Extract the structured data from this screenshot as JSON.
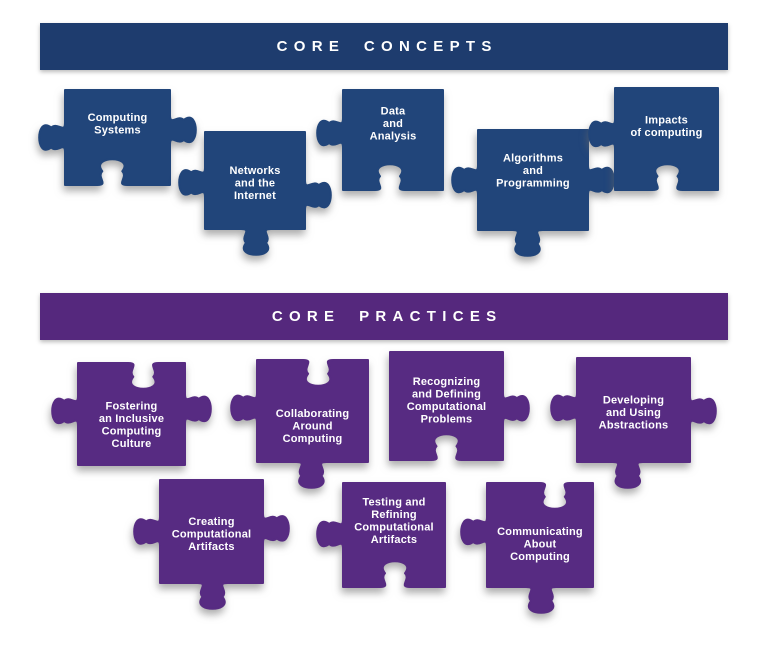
{
  "background_color": "#ffffff",
  "text_color": "#ffffff",
  "sections": [
    {
      "id": "concepts",
      "title": "CORE CONCEPTS",
      "banner_color": "#1E3C6E",
      "piece_color": "#21457A",
      "pieces": [
        {
          "label": "Computing Systems",
          "lines": [
            "Computing",
            "Systems"
          ]
        },
        {
          "label": "Networks and the Internet",
          "lines": [
            "Networks",
            "and the",
            "Internet"
          ]
        },
        {
          "label": "Data and Analysis",
          "lines": [
            "Data",
            "and",
            "Analysis"
          ]
        },
        {
          "label": "Algorithms and Programming",
          "lines": [
            "Algorithms",
            "and",
            "Programming"
          ]
        },
        {
          "label": "Impacts of computing",
          "lines": [
            "Impacts",
            "of computing"
          ]
        }
      ]
    },
    {
      "id": "practices",
      "title": "CORE PRACTICES",
      "banner_color": "#55287D",
      "piece_color": "#572B82",
      "pieces": [
        {
          "label": "Fostering an Inclusive Computing Culture",
          "lines": [
            "Fostering",
            "an Inclusive",
            "Computing",
            "Culture"
          ]
        },
        {
          "label": "Collaborating Around Computing",
          "lines": [
            "Collaborating",
            "Around",
            "Computing"
          ]
        },
        {
          "label": "Recognizing and Defining Computational Problems",
          "lines": [
            "Recognizing",
            "and Defining",
            "Computational",
            "Problems"
          ]
        },
        {
          "label": "Developing and Using Abstractions",
          "lines": [
            "Developing",
            "and Using",
            "Abstractions"
          ]
        },
        {
          "label": "Creating Computational Artifacts",
          "lines": [
            "Creating",
            "Computational",
            "Artifacts"
          ]
        },
        {
          "label": "Testing and Refining Computational Artifacts",
          "lines": [
            "Testing and",
            "Refining",
            "Computational",
            "Artifacts"
          ]
        },
        {
          "label": "Communicating About Computing",
          "lines": [
            "Communicating",
            "About",
            "Computing"
          ]
        }
      ]
    }
  ]
}
